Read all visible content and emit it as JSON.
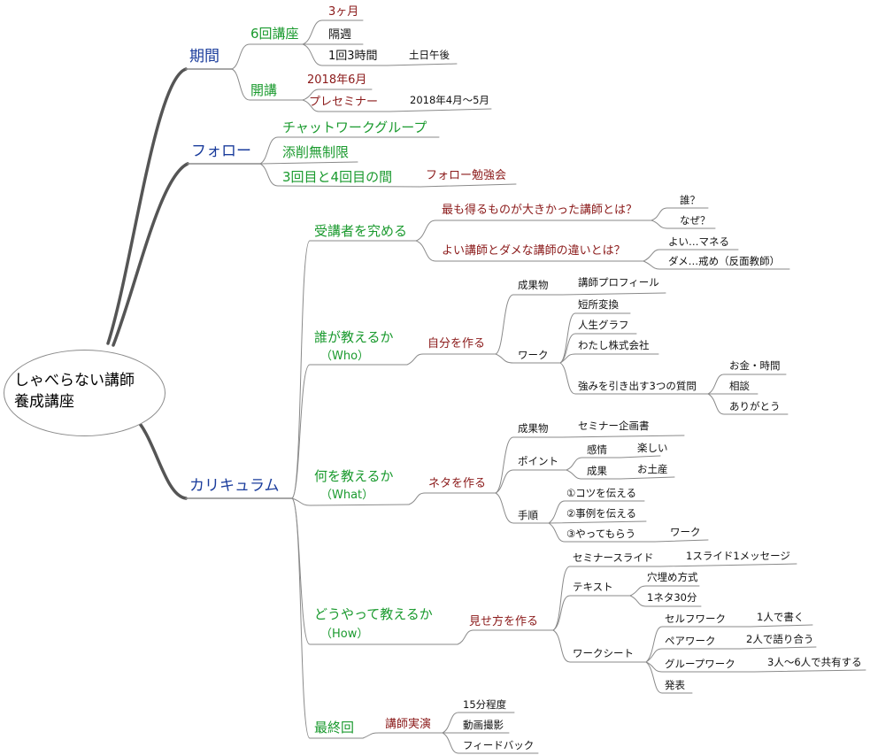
{
  "colors": {
    "blue": "#1a3c9c",
    "green": "#1a9a2e",
    "darkred": "#8b1a1a",
    "black": "#111111",
    "line": "#8a8a8a",
    "thickline": "#555555"
  },
  "root": {
    "label": "しゃべらない講師\n養成講座"
  },
  "period": {
    "label": "期間",
    "six_sessions": {
      "label": "6回講座",
      "three_months": "3ヶ月",
      "biweekly": "隔週",
      "three_hours": "1回3時間",
      "weekend": "土日午後"
    },
    "opening": {
      "label": "開講",
      "date": "2018年6月",
      "preseminar": "プレセミナー",
      "preseminar_date": "2018年4月～5月"
    }
  },
  "follow": {
    "label": "フォロー",
    "chatwork": "チャットワークグループ",
    "correction": "添削無制限",
    "between": "3回目と4回目の間",
    "study": "フォロー勉強会"
  },
  "curriculum": {
    "label": "カリキュラム",
    "learner": {
      "label": "受講者を究める",
      "q1": "最も得るものが大きかった講師とは？",
      "who": "誰？",
      "why": "なぜ？",
      "q2": "よい講師とダメな講師の違いとは？",
      "good": "よい…マネる",
      "bad": "ダメ…戒め（反面教師）"
    },
    "who_teaches": {
      "label": "誰が教えるか",
      "sub": "（Who）",
      "make_self": "自分を作る",
      "deliverable": "成果物",
      "profile": "講師プロフィール",
      "work": "ワーク",
      "shortcoming": "短所変換",
      "life_graph": "人生グラフ",
      "my_company": "わたし株式会社",
      "strengths": "強みを引き出す3つの質問",
      "money_time": "お金・時間",
      "consult": "相談",
      "thanks": "ありがとう"
    },
    "what_teaches": {
      "label": "何を教えるか",
      "sub": "（What）",
      "make_topic": "ネタを作る",
      "deliverable": "成果物",
      "plan": "セミナー企画書",
      "point": "ポイント",
      "emotion": "感情",
      "fun": "楽しい",
      "result": "成果",
      "souvenir": "お土産",
      "steps": "手順",
      "step1": "①コツを伝える",
      "step2": "②事例を伝える",
      "step3": "③やってもらう",
      "work": "ワーク"
    },
    "how_teaches": {
      "label": "どうやって教えるか",
      "sub": "（How）",
      "make_show": "見せ方を作る",
      "slides": "セミナースライド",
      "one_slide": "1スライド1メッセージ",
      "text": "テキスト",
      "fill_blank": "穴埋め方式",
      "one_topic": "1ネタ30分",
      "worksheet": "ワークシート",
      "self_work": "セルフワーク",
      "write_alone": "1人で書く",
      "pair_work": "ペアワーク",
      "talk_pair": "2人で語り合う",
      "group_work": "グループワーク",
      "share_group": "3人～6人で共有する",
      "present": "発表"
    },
    "final": {
      "label": "最終回",
      "practice": "講師実演",
      "fifteen": "15分程度",
      "video": "動画撮影",
      "feedback": "フィードバック"
    }
  }
}
